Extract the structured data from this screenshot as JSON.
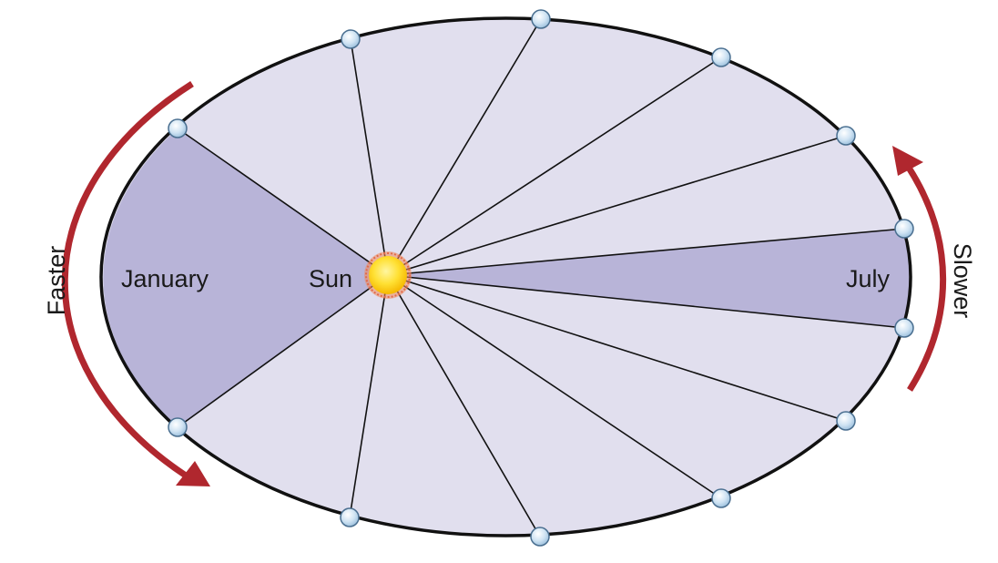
{
  "labels": {
    "january": "January",
    "july": "July",
    "sun": "Sun",
    "faster": "Faster",
    "slower": "Slower"
  },
  "colors": {
    "orbit_fill": "#e1dfee",
    "highlight_fill": "#b8b4d8",
    "orbit_stroke": "#111111",
    "arrow": "#b0272e",
    "sun_core": "#ffe033",
    "sun_rim": "#f08a5d",
    "planet_fill": "#cfe3f3",
    "planet_stroke": "#4a6f90"
  },
  "icons": {
    "sun": "sun-icon",
    "planet": "planet-marker-icon",
    "arrow": "curved-arrow-icon"
  }
}
